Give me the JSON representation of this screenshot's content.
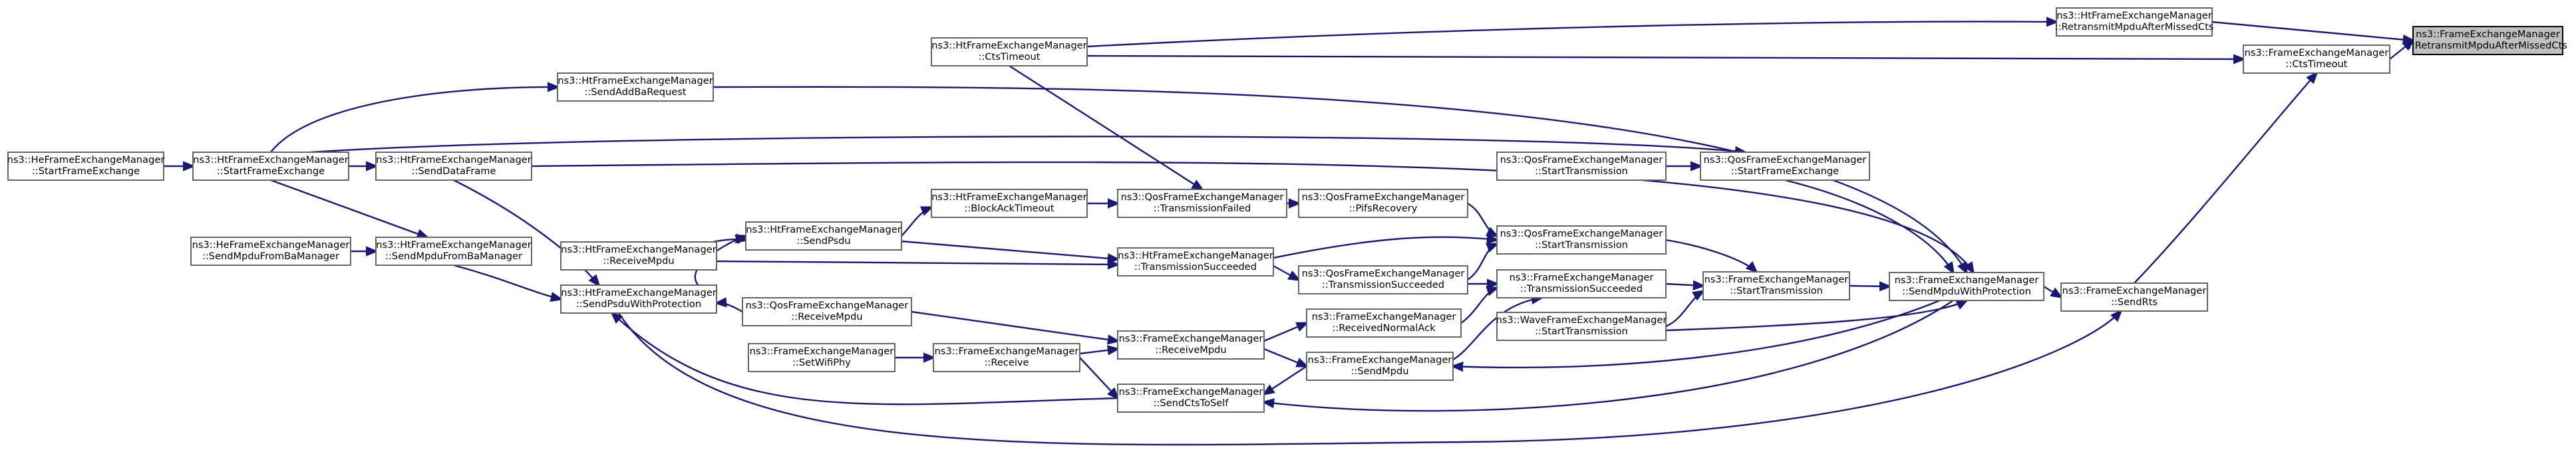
{
  "colors": {
    "edge": "#191970",
    "node_border": "#666666",
    "node_fill": "#ffffff",
    "focus_fill": "#bfbfbf",
    "focus_border": "#000000",
    "background": "#ffffff"
  },
  "nodes": [
    {
      "id": "n0",
      "lines": [
        "ns3::FrameExchangeManager",
        "::RetransmitMpduAfterMissedCts"
      ],
      "focus": true
    },
    {
      "id": "n1",
      "lines": [
        "ns3::HtFrameExchangeManager",
        "::RetransmitMpduAfterMissedCts"
      ]
    },
    {
      "id": "n2",
      "lines": [
        "ns3::FrameExchangeManager",
        "::CtsTimeout"
      ]
    },
    {
      "id": "n3",
      "lines": [
        "ns3::HtFrameExchangeManager",
        "::CtsTimeout"
      ]
    },
    {
      "id": "n4",
      "lines": [
        "ns3::FrameExchangeManager",
        "::SendRts"
      ]
    },
    {
      "id": "n5",
      "lines": [
        "ns3::FrameExchangeManager",
        "::SendMpduWithProtection"
      ]
    },
    {
      "id": "n6",
      "lines": [
        "ns3::HtFrameExchangeManager",
        "::SendAddBaRequest"
      ]
    },
    {
      "id": "n7",
      "lines": [
        "ns3::HtFrameExchangeManager",
        "::StartFrameExchange"
      ]
    },
    {
      "id": "n8",
      "lines": [
        "ns3::HeFrameExchangeManager",
        "::StartFrameExchange"
      ]
    },
    {
      "id": "n9",
      "lines": [
        "ns3::QosFrameExchangeManager",
        "::StartFrameExchange"
      ]
    },
    {
      "id": "n10",
      "lines": [
        "ns3::QosFrameExchangeManager",
        "::StartTransmission"
      ]
    },
    {
      "id": "n11",
      "lines": [
        "ns3::HtFrameExchangeManager",
        "::SendDataFrame"
      ]
    },
    {
      "id": "n12",
      "lines": [
        "ns3::HtFrameExchangeManager",
        "::SendMpduFromBaManager"
      ]
    },
    {
      "id": "n13",
      "lines": [
        "ns3::HeFrameExchangeManager",
        "::SendMpduFromBaManager"
      ]
    },
    {
      "id": "n14",
      "lines": [
        "ns3::HtFrameExchangeManager",
        "::SendPsduWithProtection"
      ]
    },
    {
      "id": "n15",
      "lines": [
        "ns3::HtFrameExchangeManager",
        "::SendPsdu"
      ]
    },
    {
      "id": "n16",
      "lines": [
        "ns3::HtFrameExchangeManager",
        "::ReceiveMpdu"
      ]
    },
    {
      "id": "n17",
      "lines": [
        "ns3::QosFrameExchangeManager",
        "::ReceiveMpdu"
      ]
    },
    {
      "id": "n18",
      "lines": [
        "ns3::FrameExchangeManager",
        "::SendCtsToSelf"
      ]
    },
    {
      "id": "n19",
      "lines": [
        "ns3::FrameExchangeManager",
        "::StartTransmission"
      ]
    },
    {
      "id": "n20",
      "lines": [
        "ns3::QosFrameExchangeManager",
        "::StartTransmission"
      ]
    },
    {
      "id": "n21",
      "lines": [
        "ns3::QosFrameExchangeManager",
        "::PifsRecovery"
      ]
    },
    {
      "id": "n22",
      "lines": [
        "ns3::QosFrameExchangeManager",
        "::TransmissionFailed"
      ]
    },
    {
      "id": "n23",
      "lines": [
        "ns3::HtFrameExchangeManager",
        "::BlockAckTimeout"
      ]
    },
    {
      "id": "n24",
      "lines": [
        "ns3::HtFrameExchangeManager",
        "::TransmissionSucceeded"
      ]
    },
    {
      "id": "n25",
      "lines": [
        "ns3::QosFrameExchangeManager",
        "::TransmissionSucceeded"
      ]
    },
    {
      "id": "n26",
      "lines": [
        "ns3::FrameExchangeManager",
        "::TransmissionSucceeded"
      ]
    },
    {
      "id": "n27",
      "lines": [
        "ns3::FrameExchangeManager",
        "::ReceivedNormalAck"
      ]
    },
    {
      "id": "n28",
      "lines": [
        "ns3::FrameExchangeManager",
        "::ReceiveMpdu"
      ]
    },
    {
      "id": "n29",
      "lines": [
        "ns3::FrameExchangeManager",
        "::Receive"
      ]
    },
    {
      "id": "n30",
      "lines": [
        "ns3::FrameExchangeManager",
        "::SetWifiPhy"
      ]
    },
    {
      "id": "n31",
      "lines": [
        "ns3::FrameExchangeManager",
        "::SendMpdu"
      ]
    },
    {
      "id": "n32",
      "lines": [
        "ns3::WaveFrameExchangeManager",
        "::StartTransmission"
      ]
    }
  ],
  "edges": [
    [
      "n1",
      "n0"
    ],
    [
      "n2",
      "n0"
    ],
    [
      "n3",
      "n1"
    ],
    [
      "n4",
      "n2"
    ],
    [
      "n3",
      "n2"
    ],
    [
      "n5",
      "n4"
    ],
    [
      "n14",
      "n4"
    ],
    [
      "n6",
      "n5"
    ],
    [
      "n7",
      "n6"
    ],
    [
      "n8",
      "n7"
    ],
    [
      "n9",
      "n5"
    ],
    [
      "n7",
      "n9"
    ],
    [
      "n10",
      "n9"
    ],
    [
      "n11",
      "n5"
    ],
    [
      "n7",
      "n11"
    ],
    [
      "n7",
      "n12"
    ],
    [
      "n13",
      "n12"
    ],
    [
      "n12",
      "n14"
    ],
    [
      "n11",
      "n14"
    ],
    [
      "n14",
      "n15"
    ],
    [
      "n16",
      "n15"
    ],
    [
      "n17",
      "n14"
    ],
    [
      "n18",
      "n14"
    ],
    [
      "n19",
      "n5"
    ],
    [
      "n20",
      "n19"
    ],
    [
      "n21",
      "n20"
    ],
    [
      "n22",
      "n21"
    ],
    [
      "n23",
      "n22"
    ],
    [
      "n15",
      "n23"
    ],
    [
      "n3",
      "n22"
    ],
    [
      "n24",
      "n20"
    ],
    [
      "n15",
      "n24"
    ],
    [
      "n16",
      "n24"
    ],
    [
      "n25",
      "n20"
    ],
    [
      "n24",
      "n25"
    ],
    [
      "n26",
      "n19"
    ],
    [
      "n25",
      "n26"
    ],
    [
      "n27",
      "n26"
    ],
    [
      "n28",
      "n27"
    ],
    [
      "n17",
      "n28"
    ],
    [
      "n29",
      "n28"
    ],
    [
      "n30",
      "n29"
    ],
    [
      "n31",
      "n26"
    ],
    [
      "n5",
      "n31"
    ],
    [
      "n28",
      "n31"
    ],
    [
      "n32",
      "n19"
    ],
    [
      "n32",
      "n5"
    ],
    [
      "n5",
      "n18"
    ],
    [
      "n31",
      "n18"
    ],
    [
      "n29",
      "n18"
    ]
  ]
}
